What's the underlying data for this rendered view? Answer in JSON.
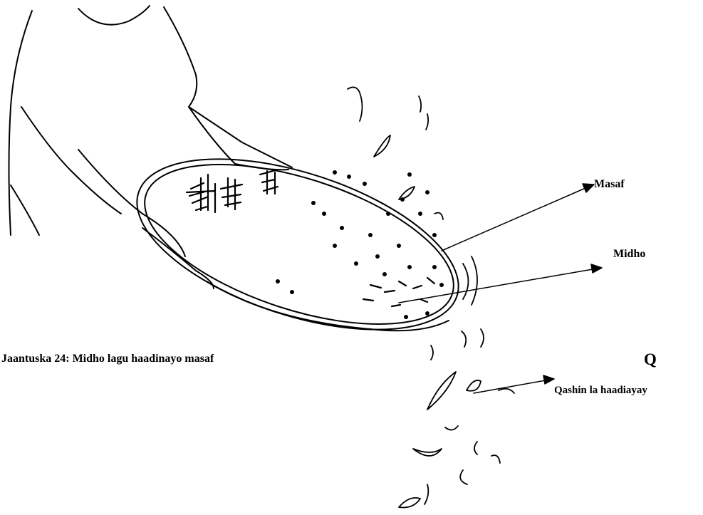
{
  "labels": {
    "masaf": "Masaf",
    "midho": "Midho",
    "caption": "Jaantuska 24: Midho lagu haadinayo masaf",
    "q": "Q",
    "qashin": "Qashin la haadiayay"
  },
  "colors": {
    "ink": "#000000",
    "paper": "#ffffff"
  }
}
